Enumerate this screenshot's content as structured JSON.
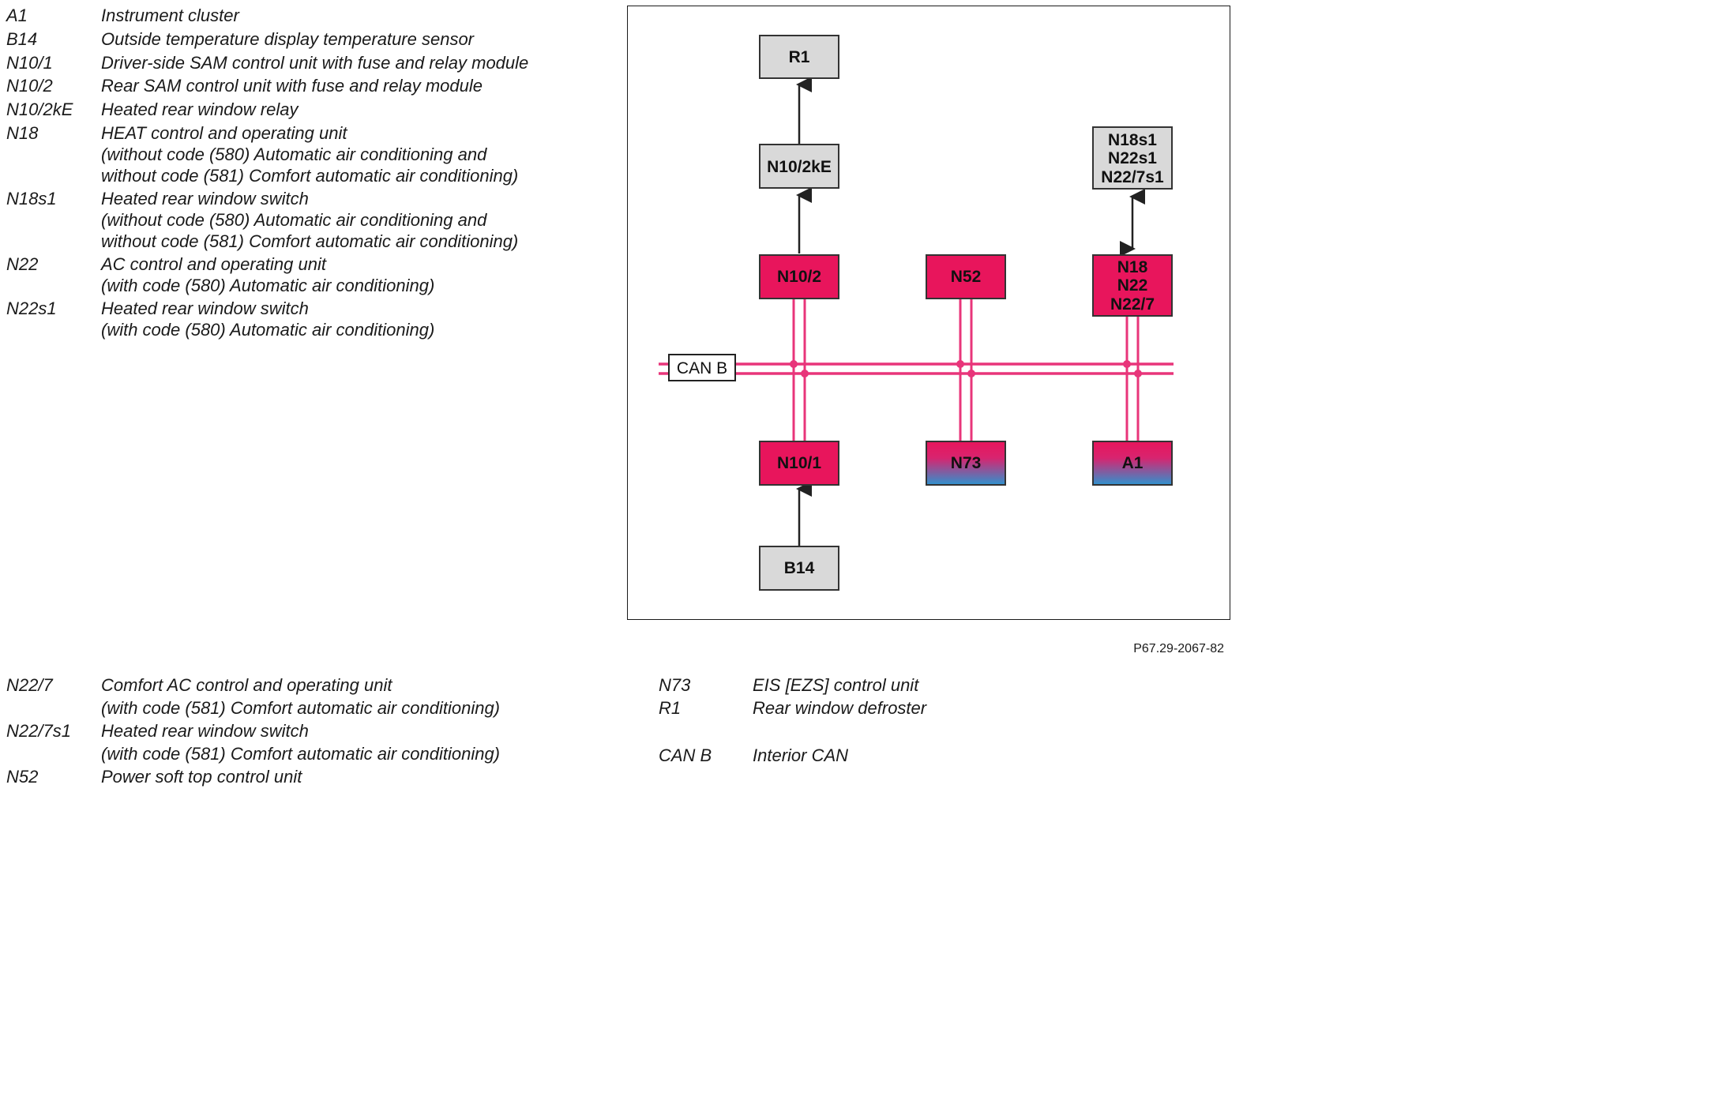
{
  "legend_top": [
    {
      "code": "A1",
      "lines": [
        "Instrument cluster"
      ]
    },
    {
      "code": "B14",
      "lines": [
        "Outside temperature display temperature sensor"
      ]
    },
    {
      "code": "N10/1",
      "lines": [
        "Driver-side SAM control unit with fuse and relay module"
      ]
    },
    {
      "code": "N10/2",
      "lines": [
        "Rear SAM control unit with fuse and relay module"
      ]
    },
    {
      "code": "N10/2kE",
      "lines": [
        "Heated rear window relay"
      ]
    },
    {
      "code": "N18",
      "lines": [
        "HEAT control and operating unit",
        "(without code (580) Automatic air conditioning and",
        "without code (581) Comfort automatic air conditioning)"
      ]
    },
    {
      "code": "N18s1",
      "lines": [
        "Heated rear window switch",
        "(without code (580) Automatic air conditioning and",
        "without code (581) Comfort automatic air conditioning)"
      ]
    },
    {
      "code": "N22",
      "lines": [
        "AC control and operating unit",
        "(with code (580) Automatic air conditioning)"
      ]
    },
    {
      "code": "N22s1",
      "lines": [
        "Heated rear window switch",
        "(with code (580) Automatic air conditioning)"
      ]
    }
  ],
  "legend_bottom_left": [
    {
      "code": "N22/7",
      "lines": [
        "Comfort AC control and operating unit",
        "(with code (581) Comfort automatic air conditioning)"
      ]
    },
    {
      "code": "N22/7s1",
      "lines": [
        "Heated rear window switch",
        "(with code (581) Comfort automatic air conditioning)"
      ]
    },
    {
      "code": "N52",
      "lines": [
        "Power soft top control unit"
      ]
    }
  ],
  "legend_bottom_right": [
    {
      "code": "N73",
      "lines": [
        "EIS [EZS] control unit"
      ]
    },
    {
      "code": "R1",
      "lines": [
        "Rear window defroster"
      ]
    },
    {
      "code": "CAN B",
      "lines": [
        "Interior CAN"
      ]
    }
  ],
  "diagram": {
    "bus_label": "CAN B",
    "nodes": [
      {
        "id": "r1",
        "lines": [
          "R1"
        ],
        "style": "gray"
      },
      {
        "id": "n10-2ke",
        "lines": [
          "N10/2kE"
        ],
        "style": "gray"
      },
      {
        "id": "switches",
        "lines": [
          "N18s1",
          "N22s1",
          "N22/7s1"
        ],
        "style": "gray"
      },
      {
        "id": "n10-2",
        "lines": [
          "N10/2"
        ],
        "style": "magenta"
      },
      {
        "id": "n52",
        "lines": [
          "N52"
        ],
        "style": "magenta"
      },
      {
        "id": "hvac",
        "lines": [
          "N18",
          "N22",
          "N22/7"
        ],
        "style": "magenta"
      },
      {
        "id": "n10-1",
        "lines": [
          "N10/1"
        ],
        "style": "magenta"
      },
      {
        "id": "n73",
        "lines": [
          "N73"
        ],
        "style": "gradient"
      },
      {
        "id": "a1",
        "lines": [
          "A1"
        ],
        "style": "gradient"
      },
      {
        "id": "b14",
        "lines": [
          "B14"
        ],
        "style": "gray"
      }
    ],
    "colors": {
      "bus": "#e8357a",
      "magenta": "#e8155c",
      "gray": "#d9d9d9",
      "gradient_top": "#e8155c",
      "gradient_bottom": "#2f93cf",
      "border": "#333333"
    }
  },
  "figure_ref": "P67.29-2067-82"
}
